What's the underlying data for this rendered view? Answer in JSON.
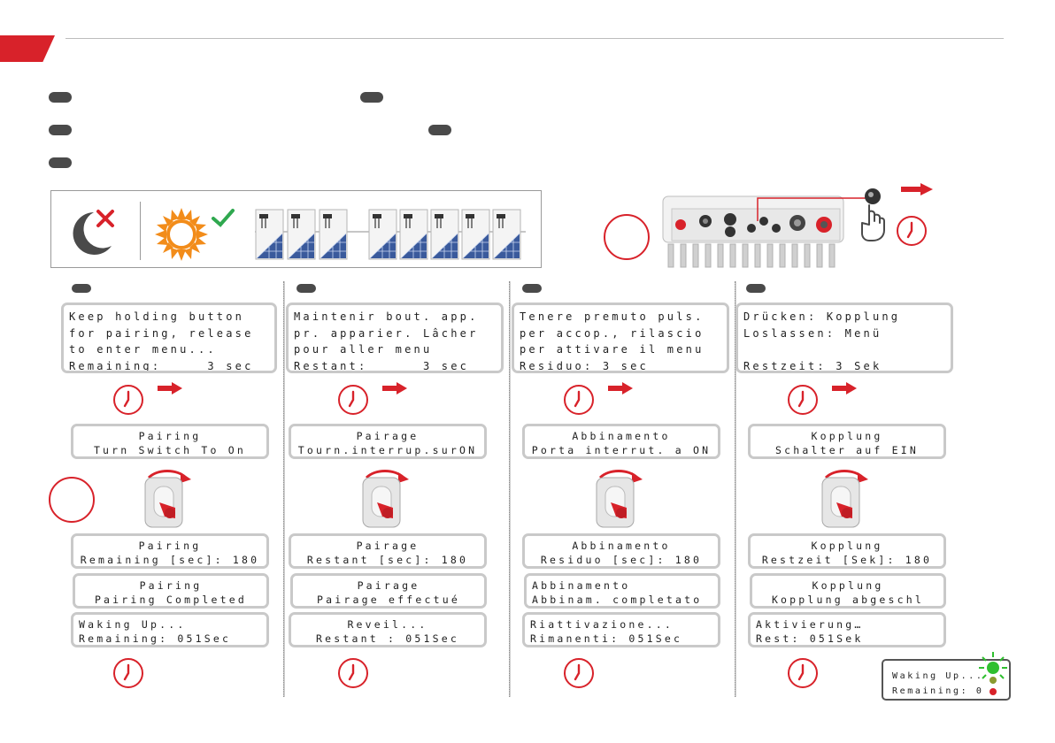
{
  "colors": {
    "accent": "#d8222a",
    "pill": "#4a4a4a",
    "border": "#c9c9c9",
    "led_green": "#2fbf2f"
  },
  "columns": [
    {
      "lang": "en",
      "hold": [
        "Keep holding button",
        "for pairing, release",
        "to enter menu...",
        "Remaining:     3 sec"
      ],
      "pairing": [
        "Pairing",
        "Turn Switch To On"
      ],
      "remaining": [
        "Pairing",
        "Remaining [sec]: 180"
      ],
      "completed": [
        "Pairing",
        "Pairing Completed"
      ],
      "waking": [
        "Waking Up...",
        "Remaining: 051Sec"
      ]
    },
    {
      "lang": "fr",
      "hold": [
        "Maintenir bout. app.",
        "pr. apparier. Lâcher",
        "pour aller menu",
        "Restant:      3 sec"
      ],
      "pairing": [
        "Pairage",
        "Tourn.interrup.surON"
      ],
      "remaining": [
        "Pairage",
        "Restant [sec]: 180"
      ],
      "completed": [
        "Pairage",
        "Pairage effectué"
      ],
      "waking": [
        "Reveil...",
        "Restant : 051Sec"
      ]
    },
    {
      "lang": "it",
      "hold": [
        "Tenere premuto puls.",
        "per accop., rilascio",
        "per attivare il menu",
        "Residuo: 3 sec"
      ],
      "pairing": [
        "Abbinamento",
        "Porta interrut. a ON"
      ],
      "remaining": [
        "Abbinamento",
        "Residuo [sec]: 180"
      ],
      "completed": [
        "Abbinamento",
        "Abbinam. completato"
      ],
      "waking": [
        "Riattivazione...",
        "Rimanenti: 051Sec"
      ]
    },
    {
      "lang": "de",
      "hold": [
        "Drücken: Kopplung",
        "Loslassen: Menü",
        "",
        "Restzeit: 3 Sek"
      ],
      "pairing": [
        "Kopplung",
        "Schalter auf EIN"
      ],
      "remaining": [
        "Kopplung",
        "Restzeit [Sek]: 180"
      ],
      "completed": [
        "Kopplung",
        "Kopplung abgeschl"
      ],
      "waking": [
        "Aktivierung…",
        "Rest: 051Sek"
      ]
    }
  ],
  "final_display": [
    "Waking Up...",
    "Remaining: 0"
  ],
  "icons": {
    "night": "moon-icon",
    "no": "red-x-icon",
    "day": "sun-icon",
    "yes": "green-check-icon",
    "panel": "solar-panel-icon",
    "timer": "timer-icon",
    "arrow": "red-arrow-icon",
    "switch": "dc-switch-icon",
    "press": "hand-press-icon",
    "inverter": "inverter-icon"
  }
}
